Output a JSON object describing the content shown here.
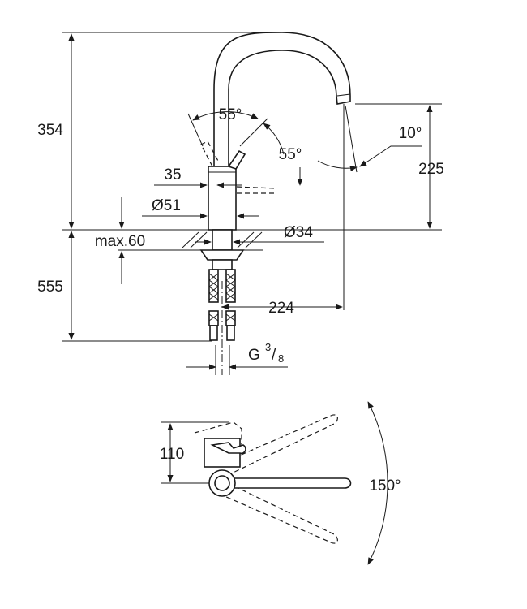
{
  "diagram": {
    "front_view": {
      "labels": {
        "total_height": "354",
        "lever_angle_left": "55°",
        "lever_angle_right": "55°",
        "spout_angle": "10°",
        "spout_height": "225",
        "lever_offset": "35",
        "body_diameter": "Ø51",
        "base_diameter": "Ø34",
        "max_thickness": "max.60",
        "below_height": "555",
        "spout_reach": "224",
        "connection_thread": "G",
        "connection_thread_num": "3",
        "connection_thread_den": "8"
      }
    },
    "top_view": {
      "labels": {
        "depth": "110",
        "swivel_angle": "150°"
      }
    }
  }
}
